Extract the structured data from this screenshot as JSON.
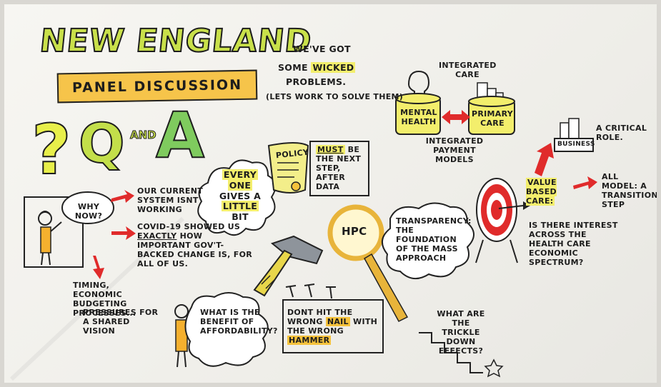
{
  "title": "NEW ENGLAND",
  "subtitle": "PANEL DISCUSSION",
  "qa": {
    "q1": "?",
    "q2": "Q",
    "and": "AND",
    "a": "A"
  },
  "wicked": {
    "line1": "WE'VE GOT",
    "line2a": "SOME",
    "line2b": "WICKED",
    "line3": "PROBLEMS.",
    "line4": "(LETS WORK TO SOLVE THEM)"
  },
  "integrated_care": {
    "label": "INTEGRATED CARE",
    "mental": "MENTAL HEALTH",
    "primary": "PRIMARY CARE",
    "payment": "INTEGRATED PAYMENT MODELS"
  },
  "why_now": {
    "bubble": "WHY NOW?",
    "current": "OUR CURRENT SYSTEM ISNT WORKING",
    "covid_a": "COVID-19 SHOWED US",
    "covid_b": "EXACTLY",
    "covid_c": "HOW IMPORTANT GOV'T-BACKED CHANGE IS, FOR ALL OF US.",
    "timing": "TIMING, ECONOMIC BUDGETING PROCESSES...",
    "pressures": "PRESSURES FOR A SHARED VISION"
  },
  "everyone": {
    "every": "EVERY",
    "one": "ONE",
    "gives": "GIVES A",
    "little": "LITTLE",
    "bit": "BIT"
  },
  "policy": {
    "scroll": "POLICY",
    "must": "MUST",
    "be": "BE",
    "rest": "THE NEXT STEP, AFTER DATA"
  },
  "hpc": {
    "lens": "HPC",
    "transparency": "TRANSPARENCY:",
    "rest": "THE FOUNDATION OF THE MASS APPROACH"
  },
  "nail": {
    "a": "DONT HIT THE WRONG",
    "nail": "NAIL",
    "b": "WITH THE WRONG",
    "hammer": "HAMMER"
  },
  "affordability": "WHAT IS THE BENEFIT OF AFFORDABILITY?",
  "trickle": "WHAT ARE THE TRICKLE DOWN EFFECTS?",
  "value": {
    "value_based": "VALUE BASED CARE:",
    "business": "BUSINESS",
    "critical": "A CRITICAL ROLE.",
    "all_model": "ALL MODEL: A TRANSITION STEP",
    "interest": "IS THERE INTEREST ACROSS THE HEALTH CARE ECONOMIC SPECTRUM?"
  },
  "colors": {
    "yellow": "#f3ee6c",
    "orange": "#f5c23c",
    "red": "#e02b2b",
    "green": "#2aa36a",
    "ink": "#1d1d1d"
  }
}
